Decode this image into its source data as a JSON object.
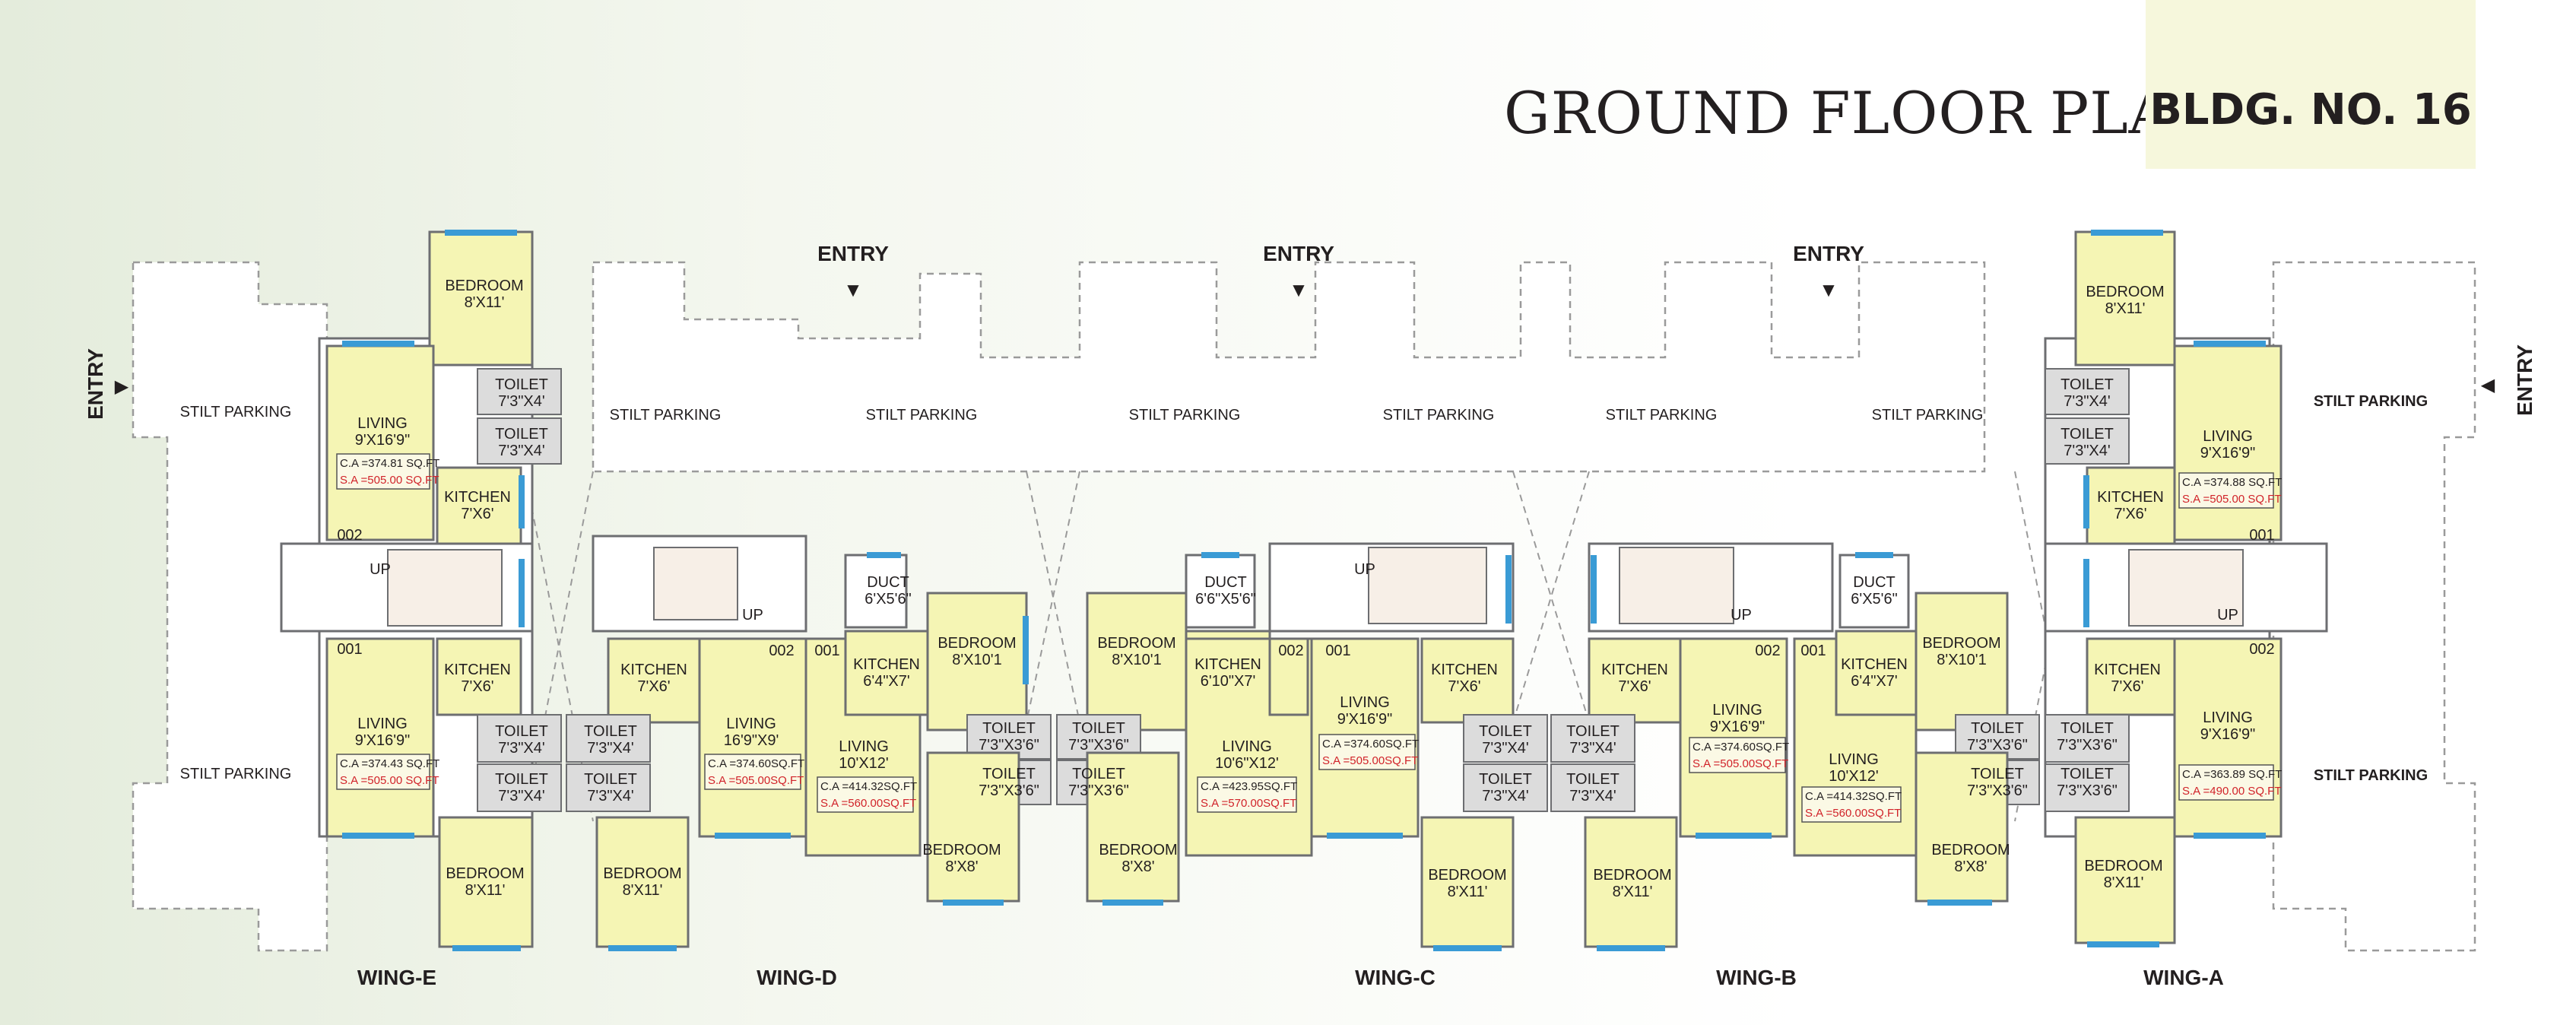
{
  "header": {
    "title": "GROUND FLOOR PLAN",
    "building": "BLDG. NO. 16"
  },
  "wings": [
    "WING-E",
    "WING-D",
    "WING-C",
    "WING-B",
    "WING-A"
  ],
  "entry_label": "ENTRY",
  "stilt_parking": "STILT PARKING",
  "stair": "UP",
  "flat_numbers": [
    "001",
    "002"
  ],
  "rooms": {
    "bedroom": "BEDROOM",
    "living": "LIVING",
    "kitchen": "KITCHEN",
    "toilet": "TOILET",
    "duct": "DUCT"
  },
  "dims": {
    "bed_8x11": "8'X11'",
    "bed_8x10": "8'X10'1",
    "bed_8x8": "8'X8'",
    "liv_9x16": "9'X16'9\"",
    "liv_16x9": "16'9\"X9'",
    "liv_10x12": "10'X12'",
    "liv_10_6x12": "10'6\"X12'",
    "kit_7x6": "7'X6'",
    "kit_6_4x7": "6'4\"X7'",
    "kit_6_10x7": "6'10\"X7'",
    "toi_7_3x4": "7'3\"X4'",
    "toi_7_3x3_6": "7'3\"X3'6\"",
    "duct_6x5": "6'X5'6\"",
    "duct_6_6x5": "6'6\"X5'6\""
  },
  "areas": {
    "e002_ca": "C.A =374.81 SQ.FT",
    "e002_sa": "S.A =505.00 SQ.FT",
    "e001_ca": "C.A =374.43 SQ.FT",
    "e001_sa": "S.A =505.00 SQ.FT",
    "d002_ca": "C.A =374.60SQ.FT",
    "d002_sa": "S.A =505.00SQ.FT",
    "d001_ca": "C.A =414.32SQ.FT",
    "d001_sa": "S.A =560.00SQ.FT",
    "c002_ca": "C.A =423.95SQ.FT",
    "c002_sa": "S.A =570.00SQ.FT",
    "c001_ca": "C.A =374.60SQ.FT",
    "c001_sa": "S.A =505.00SQ.FT",
    "b002_ca": "C.A =374.60SQ.FT",
    "b002_sa": "S.A =505.00SQ.FT",
    "b001_ca": "C.A =414.32SQ.FT",
    "b001_sa": "S.A =560.00SQ.FT",
    "a001_ca": "C.A =374.88 SQ.FT",
    "a001_sa": "S.A =505.00 SQ.FT",
    "a002_ca": "C.A =363.89 SQ.FT",
    "a002_sa": "S.A =490.00 SQ.FT"
  },
  "colors": {
    "room_fill": "#f5f5b4",
    "toilet_fill": "#dcdcdc",
    "window": "#3a9bd5",
    "wall": "#6d6e71",
    "area_red": "#d1232a"
  }
}
